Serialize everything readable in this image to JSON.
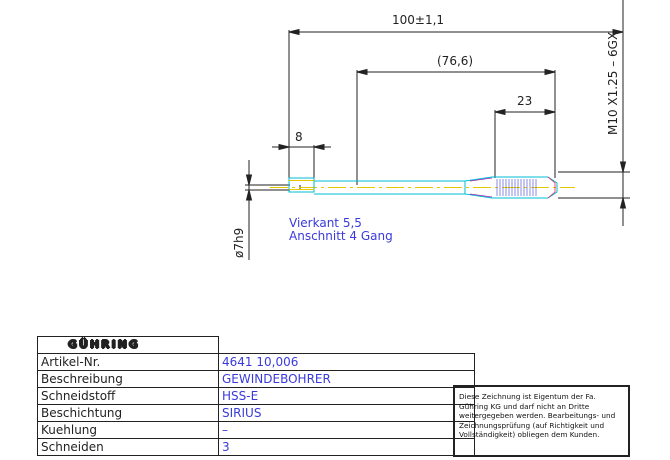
{
  "dimensions": {
    "overall_length": "100±1,1",
    "shank_length": "(76,6)",
    "thread_length": "23",
    "square_length": "8",
    "thread_spec": "M10  X1.25 – 6GX",
    "shank_diameter": "ø7h9"
  },
  "notes": {
    "line1": "Vierkant 5,5",
    "line2": "Anschnitt 4 Gang"
  },
  "title_block": {
    "brand": "GÜHRING",
    "rows": [
      {
        "label": "Artikel-Nr.",
        "value": "4641 10,006"
      },
      {
        "label": "Beschreibung",
        "value": "GEWINDEBOHRER"
      },
      {
        "label": "Schneidstoff",
        "value": "HSS-E"
      },
      {
        "label": "Beschichtung",
        "value": "SIRIUS"
      },
      {
        "label": "Kuehlung",
        "value": "–"
      },
      {
        "label": "Schneiden",
        "value": "3"
      }
    ]
  },
  "disclaimer": "Diese Zeichnung ist Eigentum der Fa. Gühring KG und darf nicht an Dritte weitergegeben werden. Bearbeitungs- und Zeichnungsprüfung (auf Richtigkeit und Vollständigkeit) obliegen dem Kunden.",
  "colors": {
    "line": "#222222",
    "tool_outline": "#00bcd4",
    "centerline": "#e6c800",
    "text_blue": "#3a3adc"
  }
}
